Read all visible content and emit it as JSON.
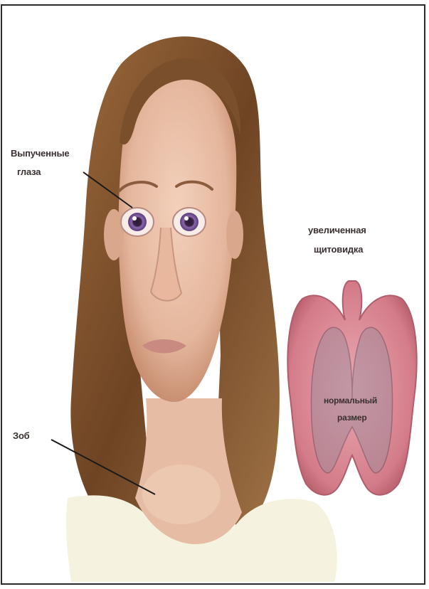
{
  "labels": {
    "bulging_eyes_line1": "Выпученные",
    "bulging_eyes_line2": "глаза",
    "goiter": "Зоб",
    "enlarged_thyroid_line1": "увеличенная",
    "enlarged_thyroid_line2": "щитовидка",
    "normal_size_line1": "нормальный",
    "normal_size_line2": "размер"
  },
  "colors": {
    "skin": "#e8bfa6",
    "hair": "#7a4f2b",
    "iris": "#7d5ba0",
    "lips": "#c98a82",
    "shirt": "#f5f3df",
    "thyroid": "#d98c97",
    "thyroid_normal": "#a48b9a",
    "pointer_line": "#1a1a1a"
  }
}
